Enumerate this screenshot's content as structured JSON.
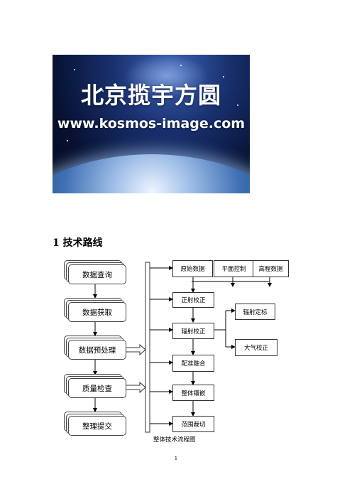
{
  "banner": {
    "title": "北京揽宇方圆",
    "url": "www.kosmos-image.com"
  },
  "section": {
    "heading": "1 技术路线"
  },
  "flowchart": {
    "left_steps": [
      "数据查询",
      "数据获取",
      "数据预处理",
      "质量检查",
      "整理提交"
    ],
    "top_inputs": [
      "原始数据",
      "平面控制",
      "高程数据"
    ],
    "right_steps": [
      "正射校正",
      "辐射校正",
      "配准融合",
      "整体镶嵌",
      "范围裁切"
    ],
    "side_branches": [
      "辐射定标",
      "大气校正"
    ],
    "caption": "整体技术流程图"
  },
  "page_number": "1"
}
